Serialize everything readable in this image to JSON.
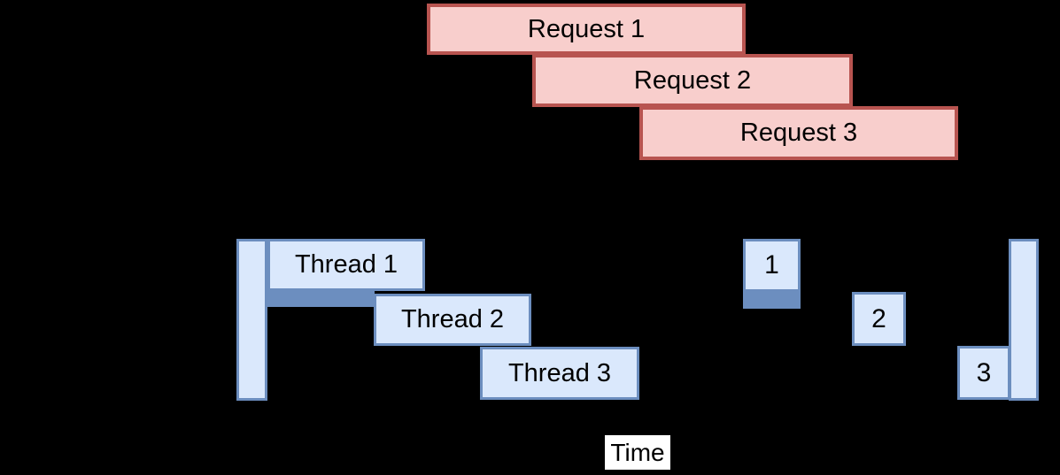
{
  "diagram": {
    "background": "#000000",
    "colors": {
      "request_fill": "#F8CECC",
      "request_stroke": "#B85450",
      "thread_fill": "#DAE8FC",
      "thread_stroke": "#6C8EBF",
      "busy_fill": "#6C8EBF",
      "text": "#000000",
      "time_label_background": "#FFFFFF"
    },
    "requests": [
      {
        "label": "Request 1"
      },
      {
        "label": "Request 2"
      },
      {
        "label": "Request 3"
      }
    ],
    "threads": [
      {
        "label": "Thread 1"
      },
      {
        "label": "Thread 2"
      },
      {
        "label": "Thread 3"
      }
    ],
    "completions": [
      {
        "label": "1"
      },
      {
        "label": "2"
      },
      {
        "label": "3"
      }
    ],
    "axis": {
      "label": "Time"
    }
  }
}
